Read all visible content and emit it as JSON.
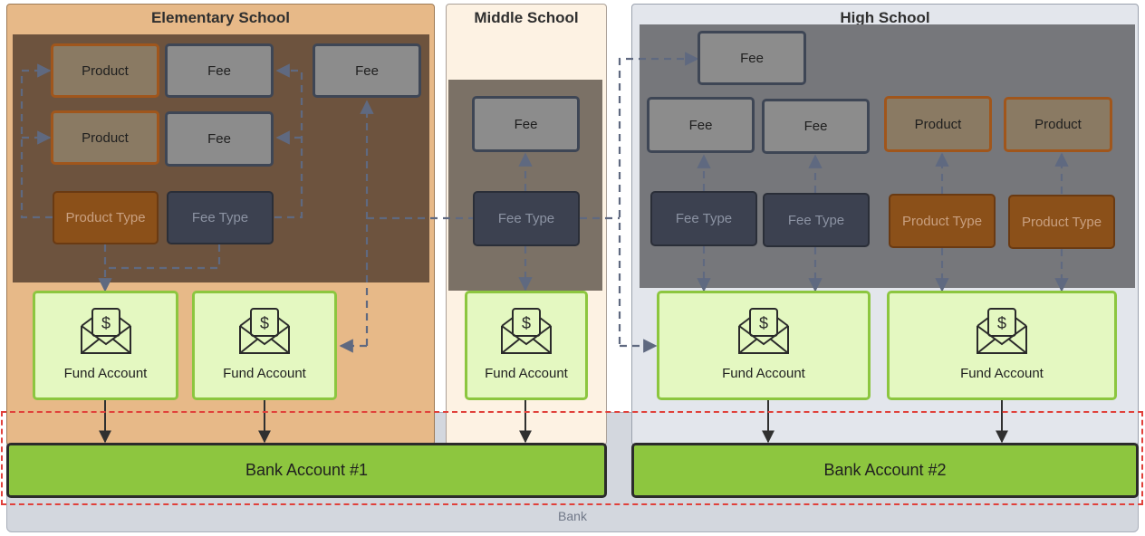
{
  "zones": {
    "elementary": "Elementary School",
    "middle": "Middle School",
    "high": "High School",
    "bank": "Bank"
  },
  "labels": {
    "product": "Product",
    "fee": "Fee",
    "product_type": "Product Type",
    "fee_type": "Fee Type",
    "fund_account": "Fund Account",
    "bank_account_1": "Bank Account #1",
    "bank_account_2": "Bank Account #2"
  },
  "icons": {
    "fund": "money-envelope-icon"
  },
  "colors": {
    "elementary_bg": "#e7b988",
    "middle_bg": "#fdf2e3",
    "high_bg": "#e3e6ec",
    "bank_bg": "#d3d7de",
    "fund_fill": "#e4f8c1",
    "fund_border": "#8cc63f",
    "bank_account_fill": "#8dc63f",
    "highlight": "#e0413b"
  }
}
